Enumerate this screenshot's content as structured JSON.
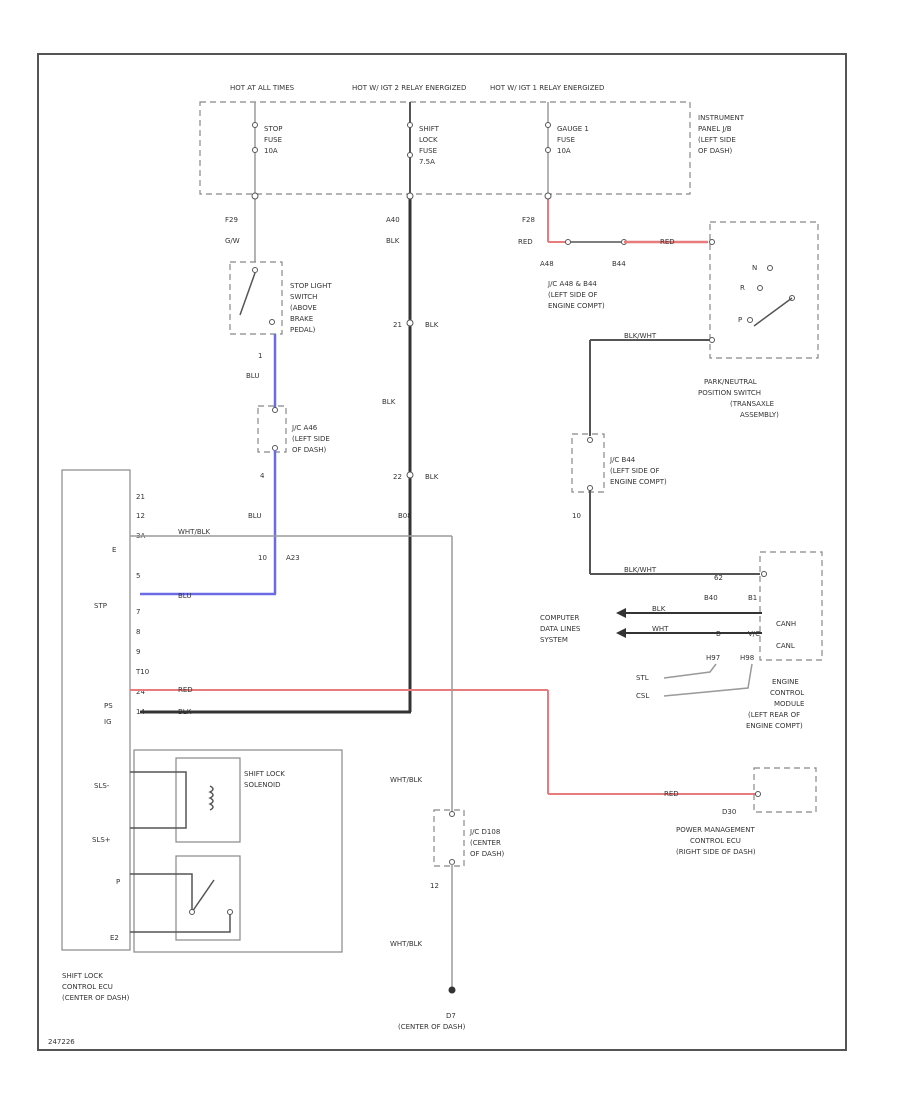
{
  "colors": {
    "red_wire": "#e87b7b",
    "blue_wire": "#6b6be8",
    "gray_wire": "#555555",
    "light_wire": "#9a9a9a"
  },
  "fuse_panel": {
    "hot_labels": [
      "HOT AT ALL TIMES",
      "HOT W/ IGT 2 RELAY ENERGIZED",
      "HOT W/ IGT 1 RELAY ENERGIZED"
    ],
    "fuses": [
      [
        "STOP",
        "FUSE",
        "10A"
      ],
      [
        "SHIFT",
        "LOCK",
        "FUSE",
        "7.5A"
      ],
      [
        "GAUGE 1",
        "FUSE",
        "10A"
      ]
    ],
    "label": [
      "INSTRUMENT",
      "PANEL J/B",
      "(LEFT SIDE",
      "OF DASH)"
    ]
  },
  "stop_light_switch": {
    "pin_top": "F29",
    "wire_top": "G/W",
    "label": [
      "STOP LIGHT",
      "SWITCH",
      "(ABOVE",
      "BRAKE",
      "PEDAL)"
    ],
    "pin_bottom": "1",
    "wire_bottom": "BLU"
  },
  "jc_a46": {
    "label": [
      "J/C A46",
      "(LEFT SIDE",
      "OF DASH)"
    ],
    "pin_bottom": "4",
    "wire_bottom": "BLU",
    "pin_left": "10",
    "connector": "A23"
  },
  "center_wire": {
    "pin_top": "A40",
    "wire_top": "BLK",
    "pin_mid": "21",
    "wire_mid": "BLK",
    "wire_between": "BLK",
    "pin_low": "22",
    "wire_low": "BLK",
    "wire_bottom": "B08"
  },
  "jc_a48": {
    "pin_top": "F28",
    "wire_top": "RED",
    "pin_left": "A48",
    "pin_right": "B44",
    "wire_right": "RED",
    "label": [
      "J/C A48 & B44",
      "(LEFT SIDE OF",
      "ENGINE COMPT)"
    ]
  },
  "pn_switch": {
    "positions": [
      "N",
      "R",
      "P"
    ],
    "wire_out": "BLK/WHT",
    "label": [
      "PARK/NEUTRAL",
      "POSITION SWITCH",
      "(TRANSAXLE",
      "ASSEMBLY)"
    ]
  },
  "jc_b44": {
    "label": [
      "J/C B44",
      "(LEFT SIDE OF",
      "ENGINE COMPT)"
    ],
    "pin_bottom": "10"
  },
  "ecm": {
    "wire_in": "BLK/WHT",
    "pin_in": "62",
    "wires": [
      "BLK",
      "WHT"
    ],
    "pins_left": [
      "B40",
      "B"
    ],
    "pins_right": [
      "B1",
      "V/C"
    ],
    "can": [
      "CANH",
      "CANL"
    ],
    "computer_label": [
      "COMPUTER",
      "DATA LINES",
      "SYSTEM"
    ],
    "stl_pins": [
      "H97",
      "H98"
    ],
    "stl": [
      "STL",
      "CSL"
    ],
    "label": [
      "ENGINE",
      "CONTROL",
      "MODULE",
      "(LEFT REAR OF",
      "ENGINE COMPT)"
    ]
  },
  "shift_lock_ecu": {
    "pins": [
      "21",
      "12",
      "3A",
      "E",
      "5",
      "STP",
      "7",
      "8",
      "9",
      "T10",
      "PS",
      "24",
      "IG",
      "14"
    ],
    "wire_e": "WHT/BLK",
    "wire_stp": "BLU",
    "wire_ps": "RED",
    "wire_ig": "BLK",
    "solenoid_pins": [
      "SLS-",
      "SLS+",
      "P",
      "E2"
    ],
    "solenoid_label": [
      "SHIFT LOCK",
      "SOLENOID"
    ],
    "label": [
      "SHIFT LOCK",
      "CONTROL ECU",
      "(CENTER OF DASH)"
    ]
  },
  "pm_ecu": {
    "wire": "RED",
    "pin": "D30",
    "label": [
      "POWER MANAGEMENT",
      "CONTROL ECU",
      "(RIGHT SIDE OF DASH)"
    ]
  },
  "ground_wire": {
    "wire_top": "WHT/BLK",
    "jc_label": [
      "J/C D108",
      "(CENTER",
      "OF DASH)"
    ],
    "pin": "12",
    "wire_bottom": "WHT/BLK",
    "ground_label": [
      "D7",
      "(CENTER OF DASH)"
    ]
  },
  "figure_id": "247226"
}
